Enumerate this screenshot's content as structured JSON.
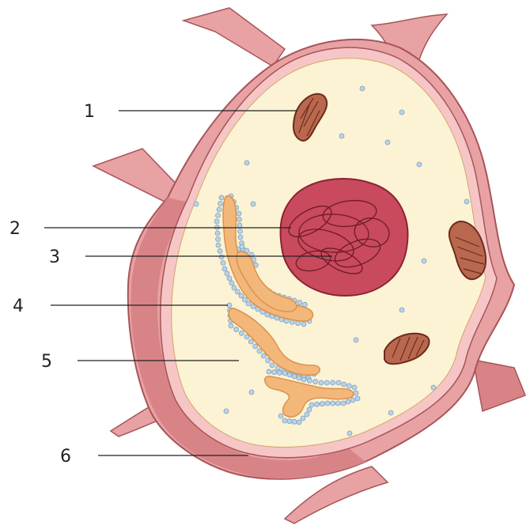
{
  "diagram": {
    "labels": [
      {
        "id": "1",
        "text": "1"
      },
      {
        "id": "2",
        "text": "2"
      },
      {
        "id": "3",
        "text": "3"
      },
      {
        "id": "4",
        "text": "4"
      },
      {
        "id": "5",
        "text": "5"
      },
      {
        "id": "6",
        "text": "6"
      }
    ]
  },
  "colors": {
    "wall_fill": "#e8a2a3",
    "wall_dark": "#d88487",
    "wall_stroke": "#a85459",
    "membrane": "#f6c6c6",
    "cytoplasm": "#fbf3d3",
    "nucleus": "#c84a5c",
    "nucleolus_line": "#6e1a2a",
    "mito_fill": "#b8684e",
    "mito_dark": "#6e2a1c",
    "er_fill": "#f4b77a",
    "er_stroke": "#d9924f",
    "ribosome": "#b9d3ea"
  }
}
